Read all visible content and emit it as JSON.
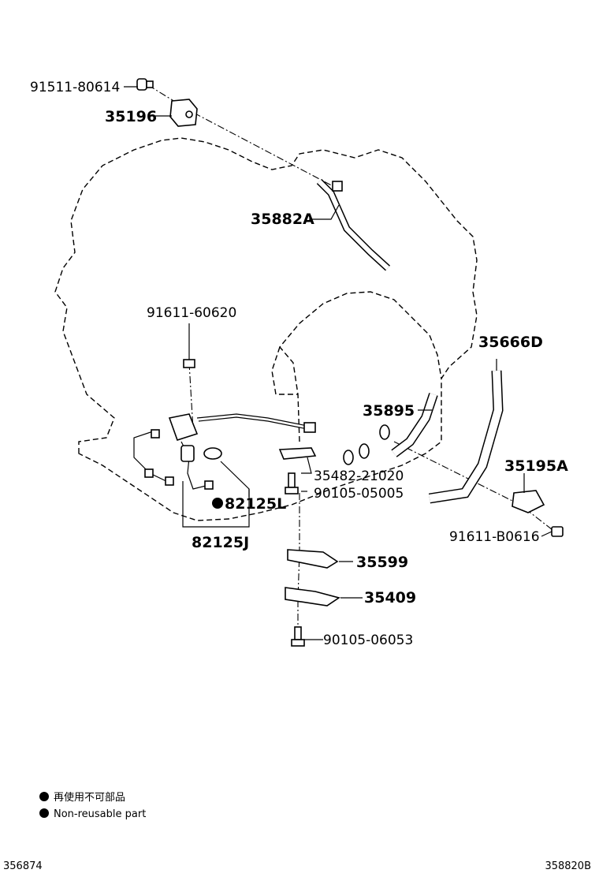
{
  "parts": {
    "p91511": "91511-80614",
    "p35196": "35196",
    "p35882A": "35882A",
    "p91611a": "91611-60620",
    "p35666D": "35666D",
    "p35895": "35895",
    "p35195A": "35195A",
    "p35482": "35482-21020",
    "p82125L": "82125L",
    "p90105a": "90105-05005",
    "p91611b": "91611-B0616",
    "p82125J": "82125J",
    "p35599": "35599",
    "p35409": "35409",
    "p90105b": "90105-06053"
  },
  "legend": {
    "line1": "再使用不可部品",
    "line2": "Non-reusable part",
    "symbol": "●"
  },
  "footer": {
    "left_code": "356874",
    "right_code": "358820B"
  }
}
